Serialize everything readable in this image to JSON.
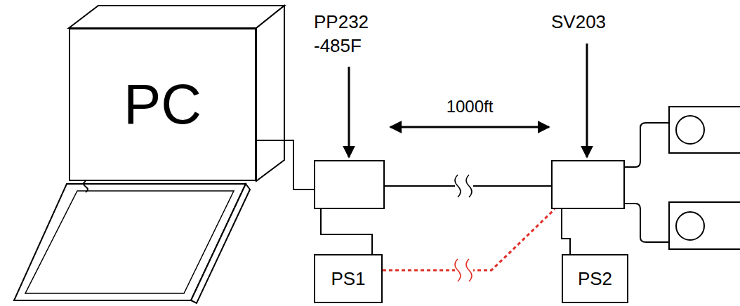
{
  "diagram": {
    "nodes": [
      {
        "text": [
          "PC"
        ]
      },
      {
        "text": [
          "PP232 -485F"
        ]
      },
      {
        "text": [
          "SV203"
        ]
      },
      {
        "text": [
          "PS1"
        ]
      },
      {
        "text": [
          "PS2"
        ]
      }
    ],
    "edges": [
      {
        "from": 0,
        "to": 1,
        "arrow": "none"
      },
      {
        "from": 1,
        "to": 2,
        "arrow": "none"
      },
      {
        "from": 3,
        "to": 1,
        "arrow": "none"
      },
      {
        "from": 4,
        "to": 2,
        "arrow": "none"
      },
      {
        "from": 3,
        "to": 2,
        "arrow": "none"
      }
    ],
    "labels": [
      "1000ft"
    ]
  }
}
